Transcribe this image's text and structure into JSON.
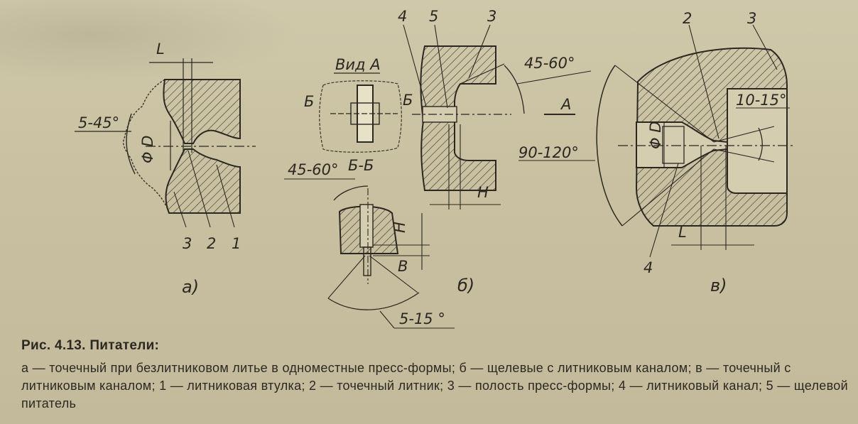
{
  "figure": {
    "a": {
      "angle": "5-45°",
      "dim_L": "L",
      "dim_D": "Φ D",
      "labels": [
        "3",
        "2",
        "1"
      ],
      "sublabel": "a)"
    },
    "b": {
      "view": "Вид A",
      "section_b_left": "Б",
      "section_b_right": "Б",
      "section": "Б-Б",
      "angle_top": "45-60°",
      "angle_bottom": "5-15 °",
      "angle_right": "45-60°",
      "dim_H_small": "H",
      "dim_B": "B",
      "dim_H": "H",
      "arrow_A": "A",
      "labels": [
        "4",
        "5",
        "3"
      ],
      "sublabel": "б)"
    },
    "v": {
      "angle_left": "90-120°",
      "angle_right": "10-15°",
      "dim_D": "Φ D",
      "dim_L": "L",
      "labels": [
        "2",
        "3",
        "4"
      ],
      "sublabel": "в)"
    }
  },
  "caption": {
    "title": "Рис. 4.13. Питатели:",
    "text": "а — точечный при безлитниковом литье в одноместные пресс-формы; б — щелевые с литниковым каналом; в — точечный с литниковым каналом; 1 — литниковая втулка; 2 — точечный литник; 3 — полость пресс-формы; 4 — литниковый канал; 5 — щелевой питатель"
  }
}
